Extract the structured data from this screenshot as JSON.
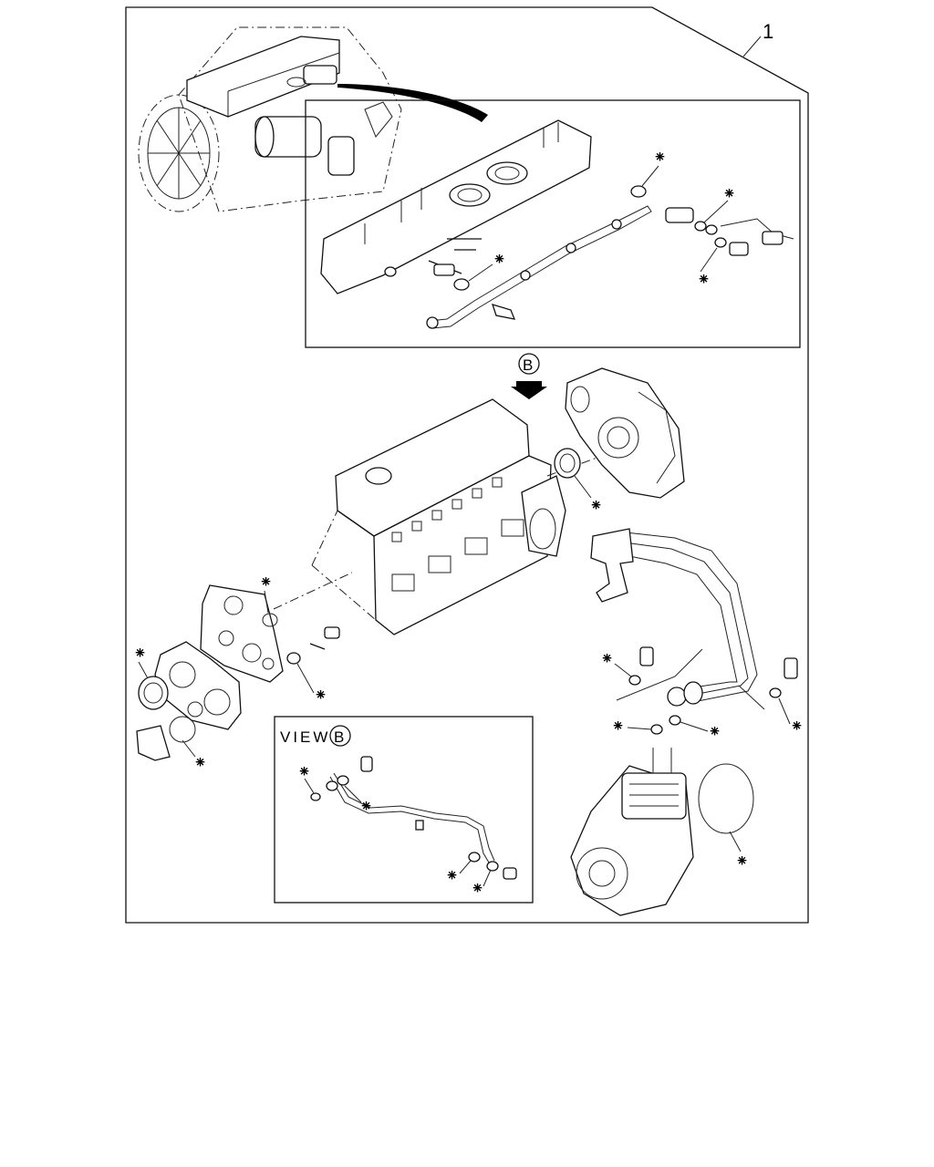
{
  "diagram": {
    "callout_number": "1",
    "view_marker_letter": "B",
    "view_label_text": "VIEW",
    "view_label_letter": "B",
    "marker_symbol": "⁕",
    "marker_meaning_icon": "asterisk-marker-icon"
  }
}
